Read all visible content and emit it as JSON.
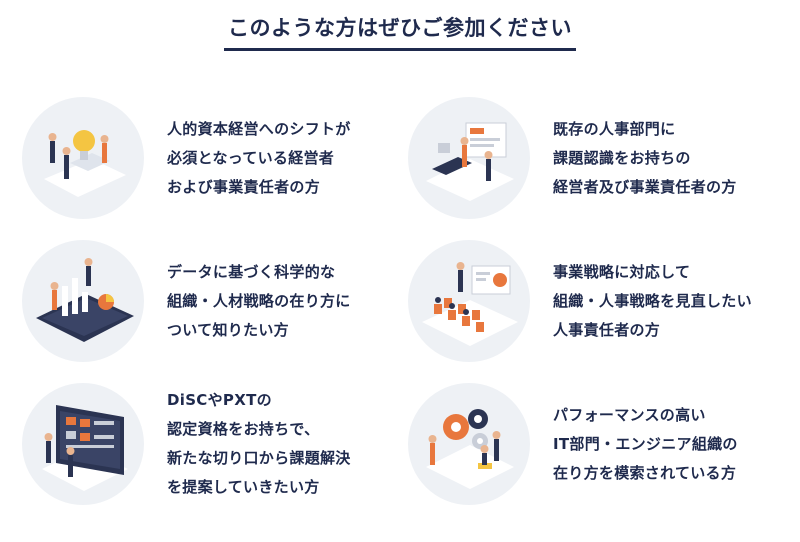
{
  "title": "このような方はぜひご参加ください",
  "items": [
    {
      "icon": "lightbulb-team-icon",
      "lines": [
        "人的資本経営へのシフトが",
        "必須となっている経営者",
        "および事業責任者の方"
      ]
    },
    {
      "icon": "hr-office-icon",
      "lines": [
        "既存の人事部門に",
        "課題認識をお持ちの",
        "経営者及び事業責任者の方"
      ]
    },
    {
      "icon": "data-tablet-icon",
      "lines": [
        "データに基づく科学的な",
        "組織・人材戦略の在り方に",
        "ついて知りたい方"
      ]
    },
    {
      "icon": "seminar-meeting-icon",
      "lines": [
        "事業戦略に対応して",
        "組織・人事戦略を見直したい",
        "人事責任者の方"
      ]
    },
    {
      "icon": "dashboard-screen-icon",
      "lines": [
        "DiSCやPXTの",
        "認定資格をお持ちで、",
        "新たな切り口から課題解決",
        "を提案していきたい方"
      ]
    },
    {
      "icon": "gears-team-icon",
      "lines": [
        "パフォーマンスの高い",
        "IT部門・エンジニア組織の",
        "在り方を模索されている方"
      ]
    }
  ]
}
